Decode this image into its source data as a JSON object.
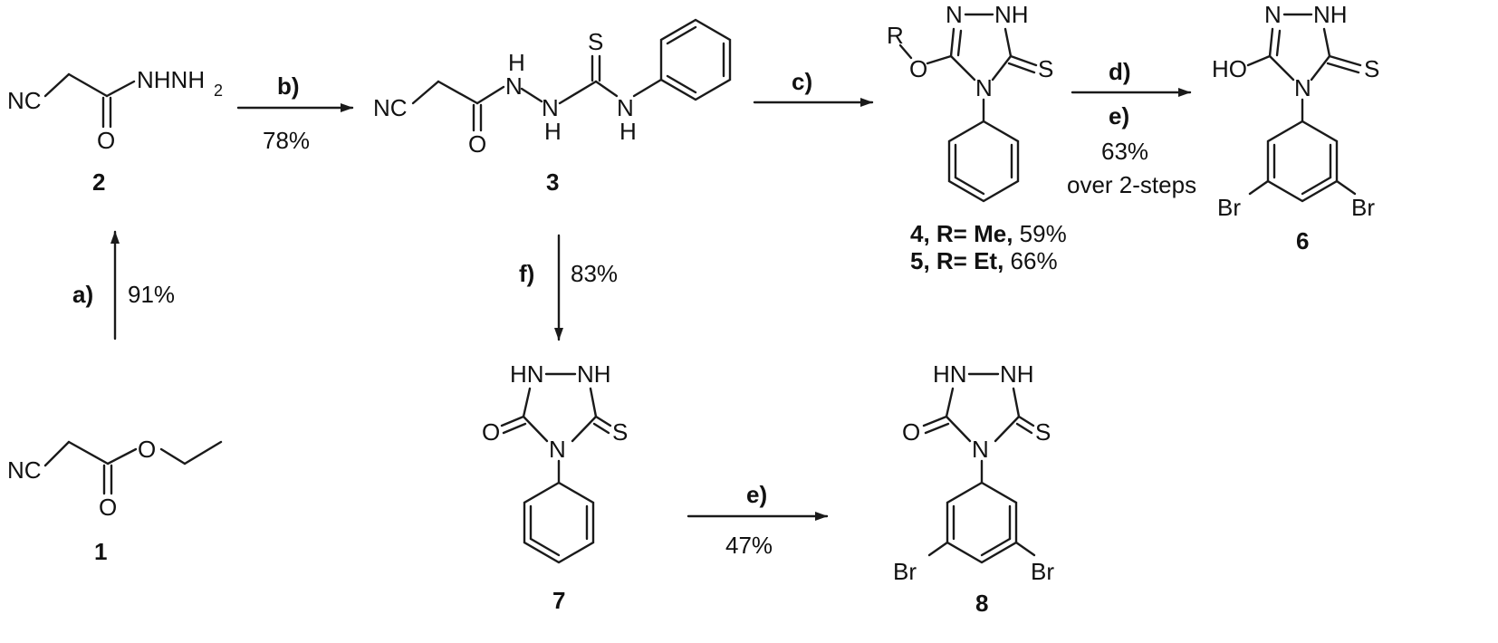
{
  "compounds": {
    "c1": {
      "label": "1",
      "nc": "NC",
      "o_ester": "O",
      "o_carbonyl": "O"
    },
    "c2": {
      "label": "2",
      "nc": "NC",
      "nhnh2": "NHNH",
      "nhnh2_sub": "2",
      "o": "O"
    },
    "c3": {
      "label": "3",
      "nc": "NC",
      "o": "O",
      "s": "S",
      "nh_a": "H",
      "n_a": "N",
      "n_b": "N",
      "nh_b": "H",
      "n_c": "N",
      "nh_c": "H"
    },
    "c45": {
      "r": "R",
      "o": "O",
      "n1": "N",
      "nh": "NH",
      "n4": "N",
      "s": "S",
      "label4": "4, R= Me,",
      "yield4": " 59%",
      "label5": "5, R= Et,",
      "yield5": " 66%"
    },
    "c6": {
      "label": "6",
      "ho": "HO",
      "n1": "N",
      "nh": "NH",
      "n4": "N",
      "s": "S",
      "br_left": "Br",
      "br_right": "Br"
    },
    "c7": {
      "label": "7",
      "hn": "HN",
      "nh": "NH",
      "o": "O",
      "n4": "N",
      "s": "S"
    },
    "c8": {
      "label": "8",
      "hn": "HN",
      "nh": "NH",
      "o": "O",
      "n4": "N",
      "s": "S",
      "br_left": "Br",
      "br_right": "Br"
    }
  },
  "steps": {
    "a": {
      "reagent": "a)",
      "yield": "91%"
    },
    "b": {
      "reagent": "b)",
      "yield": "78%"
    },
    "c": {
      "reagent": "c)"
    },
    "de": {
      "reagent_d": "d)",
      "reagent_e": "e)",
      "yield": "63%",
      "note": "over 2-steps"
    },
    "f": {
      "reagent": "f)",
      "yield": "83%"
    },
    "e": {
      "reagent": "e)",
      "yield": "47%"
    }
  }
}
